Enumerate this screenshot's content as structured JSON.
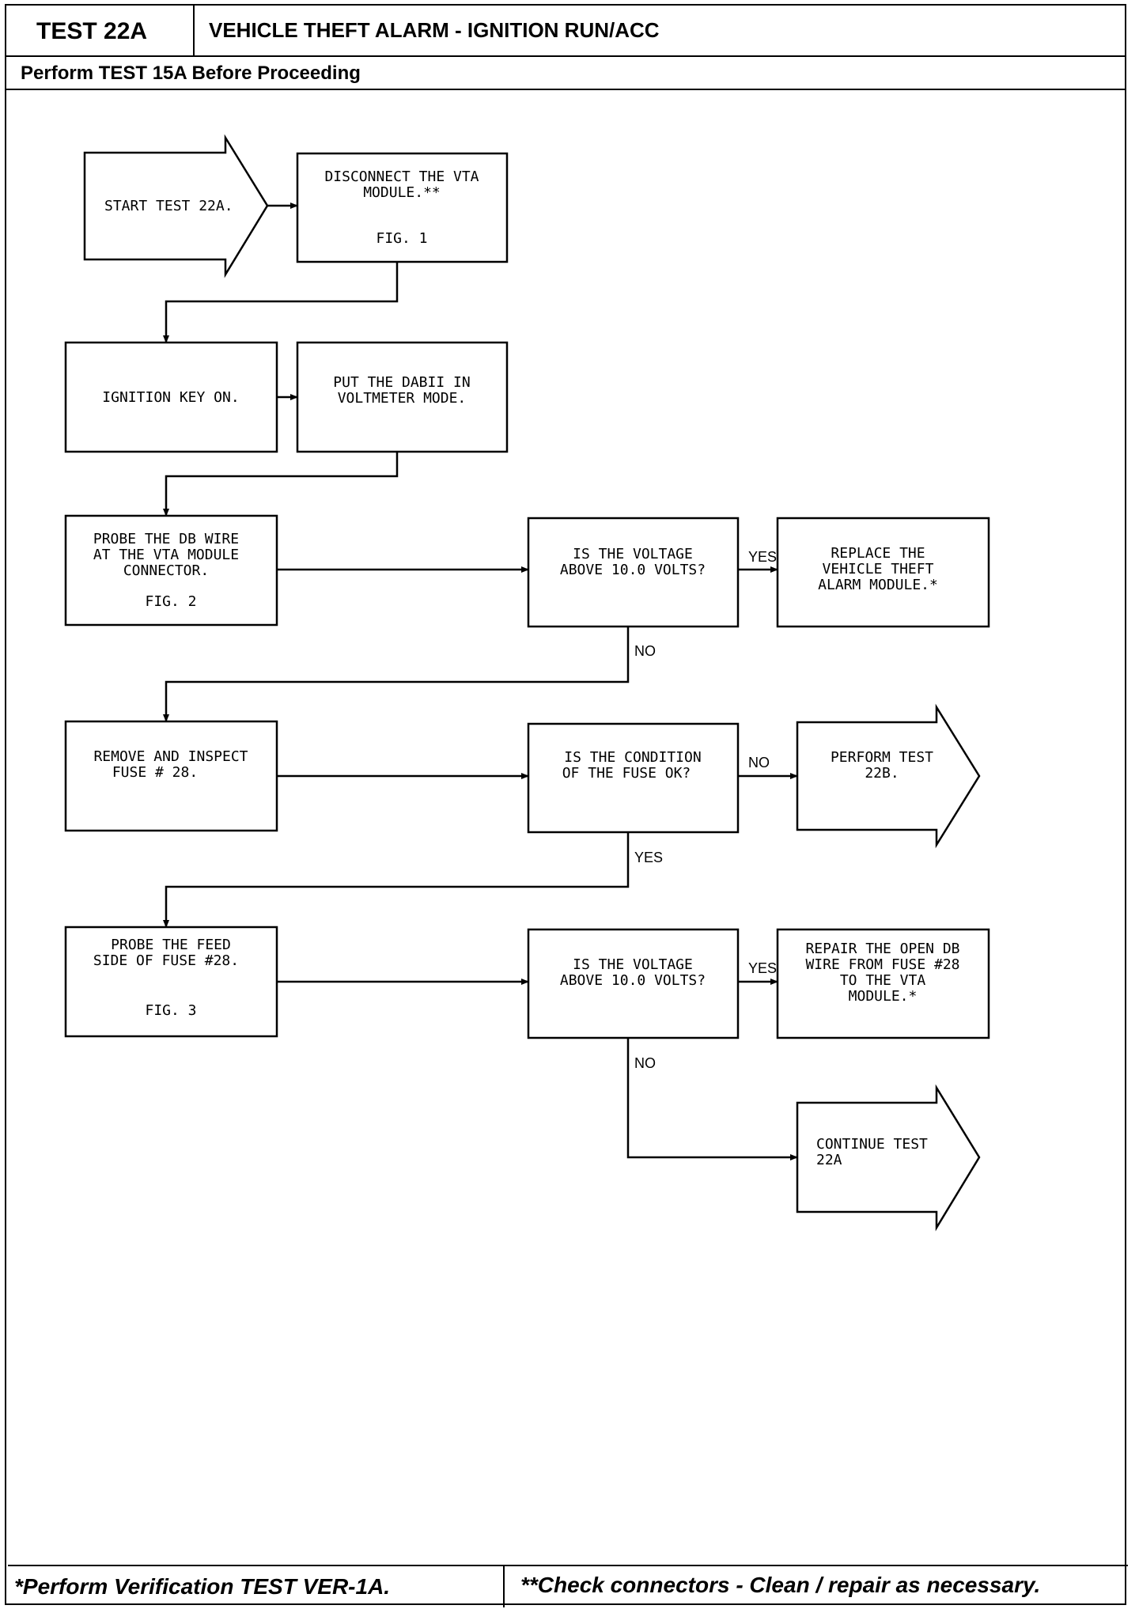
{
  "header": {
    "test_id": "TEST 22A",
    "title": "VEHICLE THEFT ALARM - IGNITION RUN/ACC",
    "prerequisite": "Perform TEST 15A Before Proceeding"
  },
  "footer": {
    "left_note": "*Perform Verification TEST VER-1A.",
    "right_note": "**Check connectors - Clean / repair as necessary."
  },
  "flowchart": {
    "start": "START TEST 22A.",
    "disconnect": [
      "DISCONNECT THE VTA",
      "MODULE.**",
      "FIG. 1"
    ],
    "ignition": "IGNITION KEY ON.",
    "dabii": [
      "PUT THE DABII IN",
      "VOLTMETER MODE."
    ],
    "probe_db": [
      "PROBE THE DB WIRE",
      "AT THE VTA MODULE",
      "CONNECTOR.",
      "FIG. 2"
    ],
    "q_voltage1": [
      "IS THE VOLTAGE",
      "ABOVE 10.0 VOLTS?"
    ],
    "replace": [
      "REPLACE THE",
      "VEHICLE THEFT",
      "ALARM MODULE.*"
    ],
    "remove_fuse": [
      "REMOVE AND INSPECT",
      "FUSE # 28."
    ],
    "q_fuse": [
      "IS THE CONDITION",
      "OF THE FUSE OK?"
    ],
    "perform_22b": [
      "PERFORM TEST",
      "22B."
    ],
    "probe_feed": [
      "PROBE THE FEED",
      "SIDE OF FUSE #28.",
      "FIG. 3"
    ],
    "q_voltage2": [
      "IS THE VOLTAGE",
      "ABOVE 10.0 VOLTS?"
    ],
    "repair": [
      "REPAIR THE OPEN DB",
      "WIRE FROM FUSE #28",
      "TO THE VTA",
      "MODULE.*"
    ],
    "continue": [
      "CONTINUE TEST",
      "22A"
    ],
    "labels": {
      "yes": "YES",
      "no": "NO"
    }
  }
}
